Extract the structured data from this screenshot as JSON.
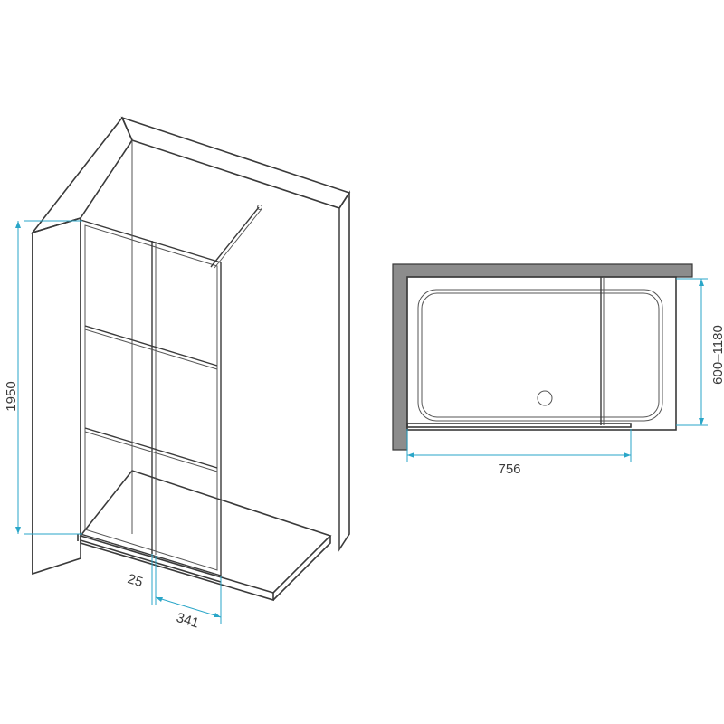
{
  "dimensions": {
    "height_label": "1950",
    "profile_label": "25",
    "offset_label": "341",
    "panel_width_label": "756",
    "depth_label": "600–1180"
  },
  "colors": {
    "line": "#3a3a3a",
    "dimension": "#2aa6c8",
    "wall_section": "#8c8c8c"
  }
}
